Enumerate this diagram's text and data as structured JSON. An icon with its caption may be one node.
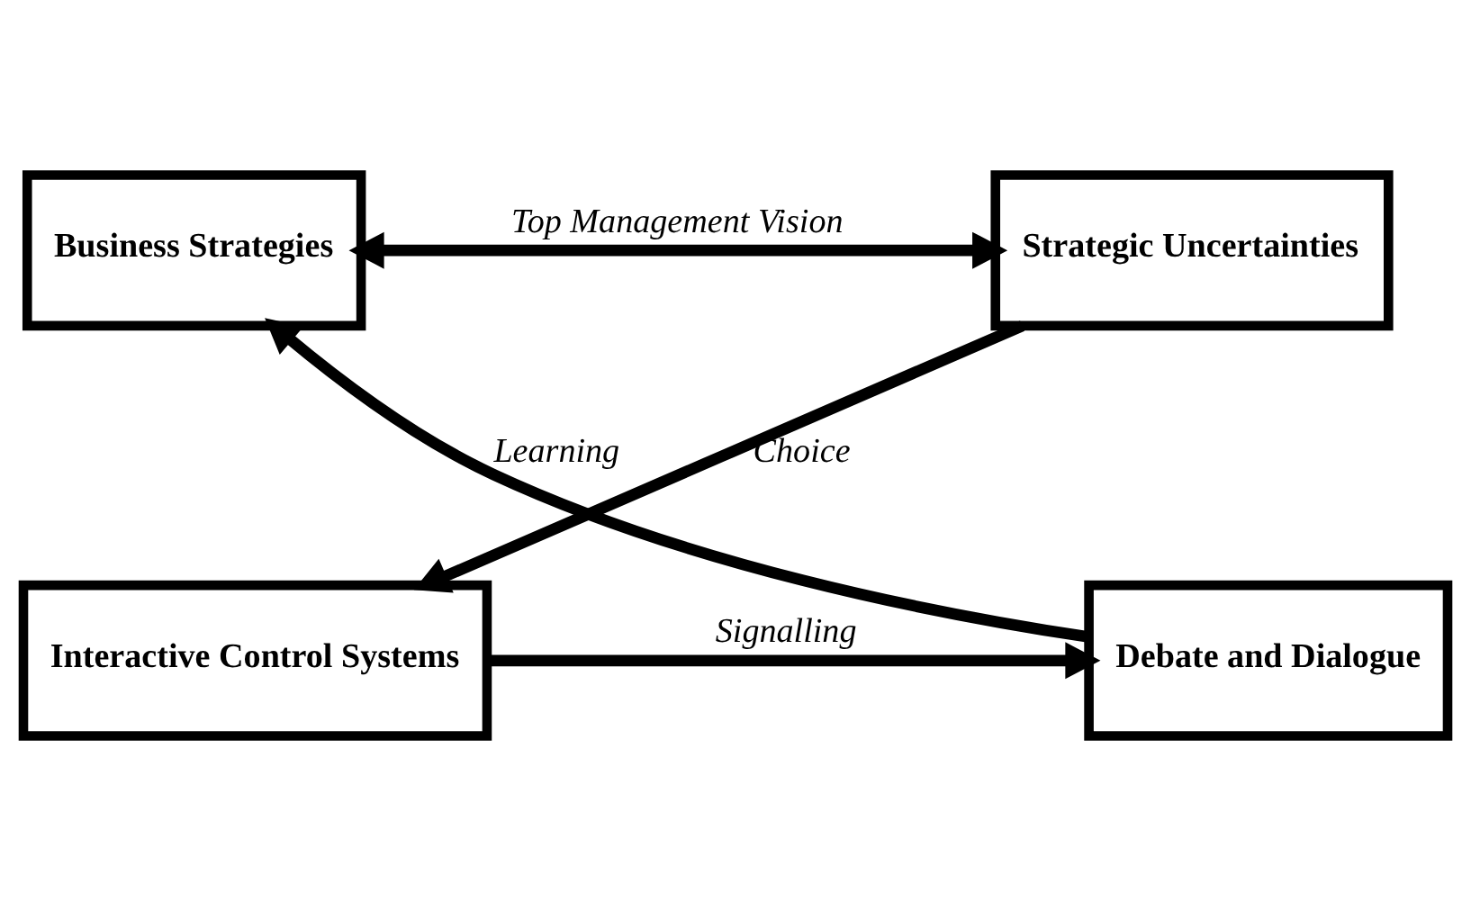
{
  "diagram": {
    "nodes": [
      {
        "text": [
          "Business Strategies"
        ]
      },
      {
        "text": [
          "Strategic Uncertainties"
        ]
      },
      {
        "text": [
          "Debate and Dialogue"
        ]
      },
      {
        "text": [
          "Interactive Control Systems"
        ]
      }
    ],
    "edges": [
      {
        "from": 0,
        "to": 1,
        "arrow": "both",
        "label": "Top Management Vision"
      },
      {
        "from": 1,
        "to": 3,
        "arrow": "to",
        "label": "Choice"
      },
      {
        "from": 3,
        "to": 2,
        "arrow": "to",
        "label": "Signalling"
      },
      {
        "from": 2,
        "to": 0,
        "arrow": "to",
        "label": "Learning"
      }
    ]
  }
}
